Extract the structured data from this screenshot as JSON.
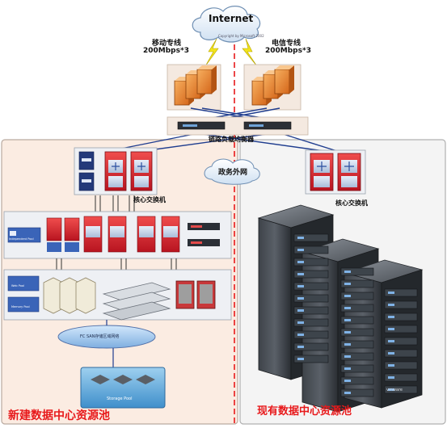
{
  "internet": {
    "label": "Internet",
    "sublabel": "Copyright by Microsoft 2002"
  },
  "isp_left": {
    "name": "移动专线",
    "bandwidth": "200Mbps*3"
  },
  "isp_right": {
    "name": "电信专线",
    "bandwidth": "200Mbps*3"
  },
  "link_lb": {
    "label": "链路负载均衡器"
  },
  "gov_net": {
    "label": "政务外网"
  },
  "core_switch_left": {
    "label": "核心交换机"
  },
  "core_switch_right": {
    "label": "核心交换机"
  },
  "mgmt_box": {
    "label": "Independent Pool"
  },
  "vm_pools": {
    "web": "Web Pool",
    "db": "Memory Pool"
  },
  "san": {
    "label": "FC SAN存储区域网络"
  },
  "storage": {
    "label": "Storage Pool"
  },
  "new_dc": {
    "label": "新建数据中心资源池"
  },
  "existing_dc": {
    "label": "现有数据中心资源池"
  },
  "rack_brand": {
    "label": "vmware"
  },
  "colors": {
    "accent_red": "#e8191b",
    "new_dc_bg": "#fbece2",
    "existing_dc_bg": "#f4f4f4",
    "link_blue": "#1f3d8f"
  }
}
